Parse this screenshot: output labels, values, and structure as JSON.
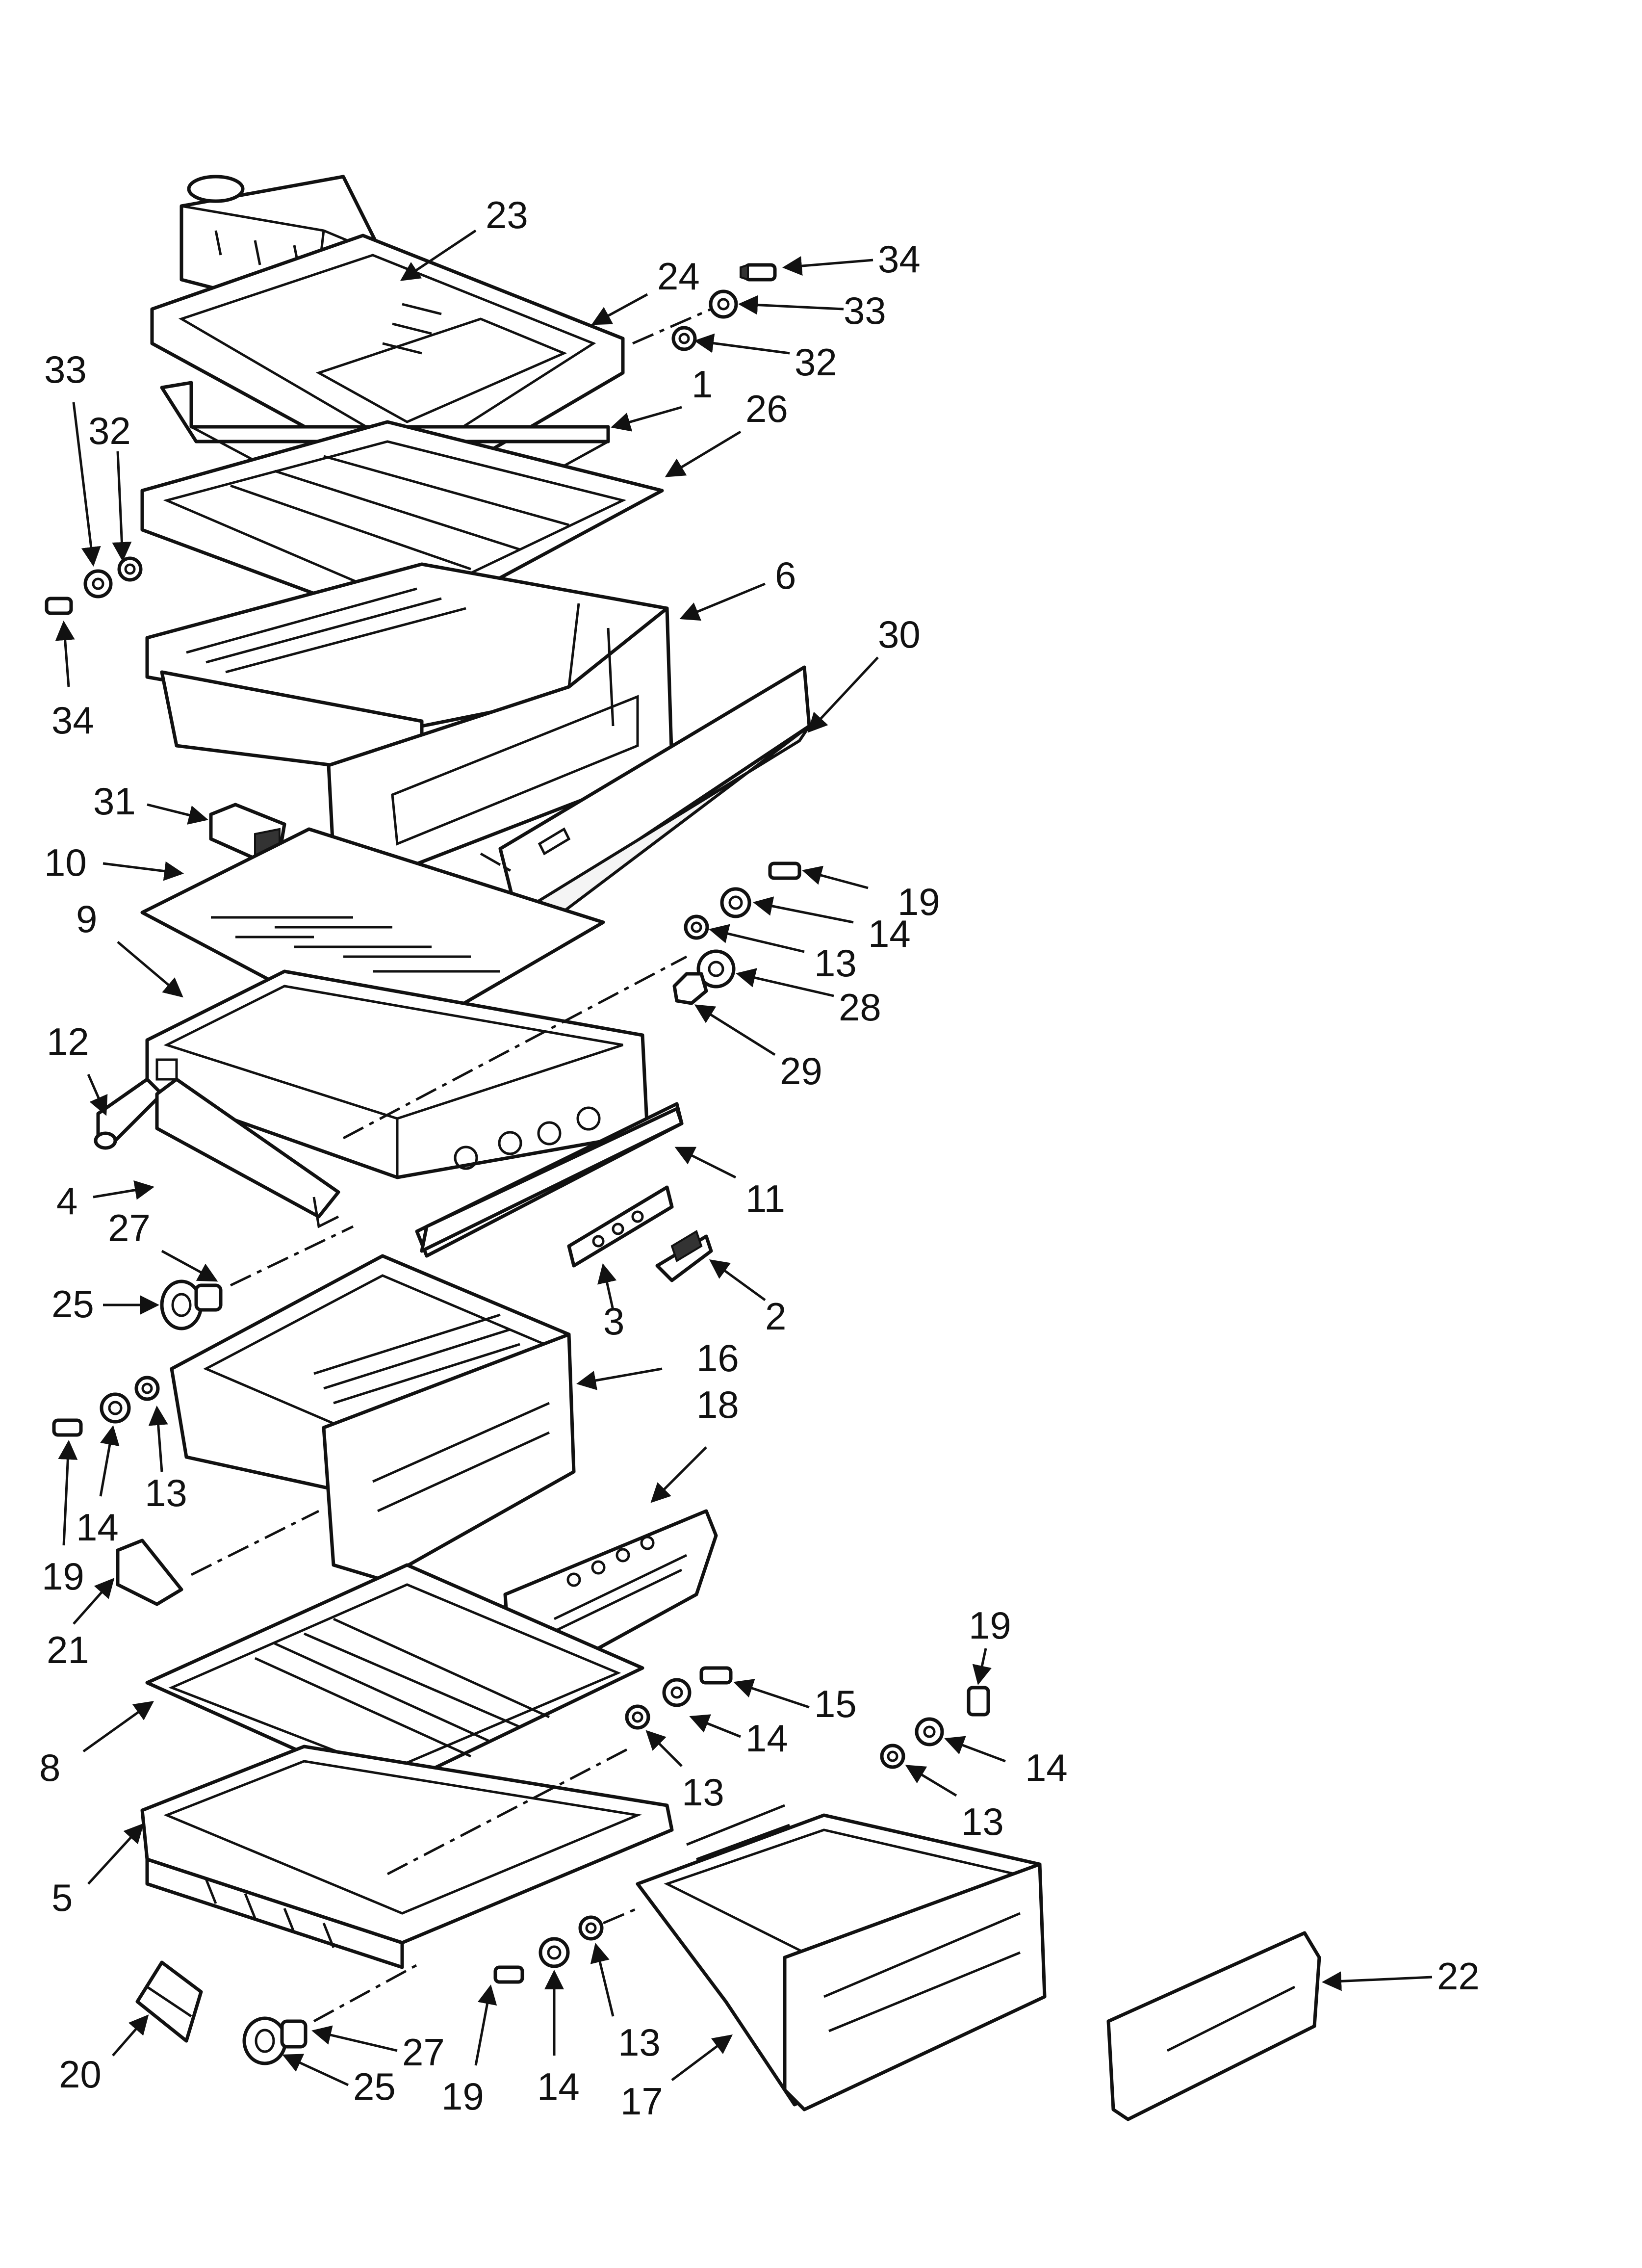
{
  "labels": [
    "23",
    "24",
    "34",
    "33",
    "32",
    "1",
    "26",
    "33",
    "32",
    "34",
    "6",
    "30",
    "31",
    "10",
    "9",
    "19",
    "14",
    "13",
    "28",
    "29",
    "12",
    "11",
    "4",
    "27",
    "3",
    "2",
    "25",
    "16",
    "18",
    "19",
    "14",
    "13",
    "21",
    "19",
    "15",
    "14",
    "13",
    "8",
    "14",
    "13",
    "5",
    "22",
    "20",
    "27",
    "25",
    "19",
    "14",
    "13",
    "17"
  ]
}
